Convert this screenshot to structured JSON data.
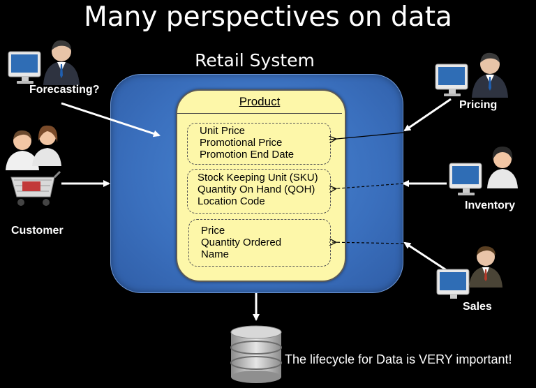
{
  "title": "Many perspectives on data",
  "system": {
    "title": "Retail System"
  },
  "product": {
    "title": "Product",
    "groups": [
      {
        "lines": [
          "Unit Price",
          "Promotional Price",
          "Promotion End Date"
        ]
      },
      {
        "lines": [
          "Stock Keeping Unit (SKU)",
          "Quantity On Hand (QOH)",
          "Location Code"
        ]
      },
      {
        "lines": [
          "Price",
          "Quantity Ordered",
          "Name"
        ]
      }
    ]
  },
  "actors": {
    "forecasting": "Forecasting?",
    "customer": "Customer",
    "pricing": "Pricing",
    "inventory": "Inventory",
    "sales": "Sales"
  },
  "footer": "The lifecycle for Data is VERY important!"
}
